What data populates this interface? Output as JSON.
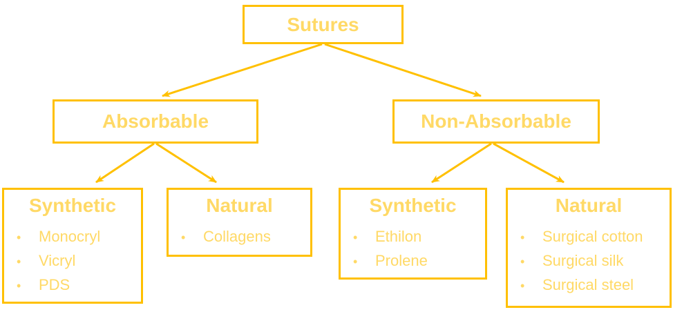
{
  "diagram": {
    "colors": {
      "accent": "#FFC000",
      "label_text": "#FFD966",
      "box_fill": "#FFFFFF"
    },
    "icons": {
      "bullet": "•"
    },
    "nodes": {
      "root": {
        "label": "Sutures"
      },
      "absorbable": {
        "label": "Absorbable"
      },
      "non_absorbable": {
        "label": "Non-Absorbable"
      },
      "absorbable_synthetic": {
        "label": "Synthetic",
        "items": [
          "Monocryl",
          "Vicryl",
          "PDS"
        ]
      },
      "absorbable_natural": {
        "label": "Natural",
        "items": [
          "Collagens"
        ]
      },
      "non_absorbable_synthetic": {
        "label": "Synthetic",
        "items": [
          "Ethilon",
          "Prolene"
        ]
      },
      "non_absorbable_natural": {
        "label": "Natural",
        "items": [
          "Surgical cotton",
          "Surgical silk",
          "Surgical steel"
        ]
      }
    }
  }
}
